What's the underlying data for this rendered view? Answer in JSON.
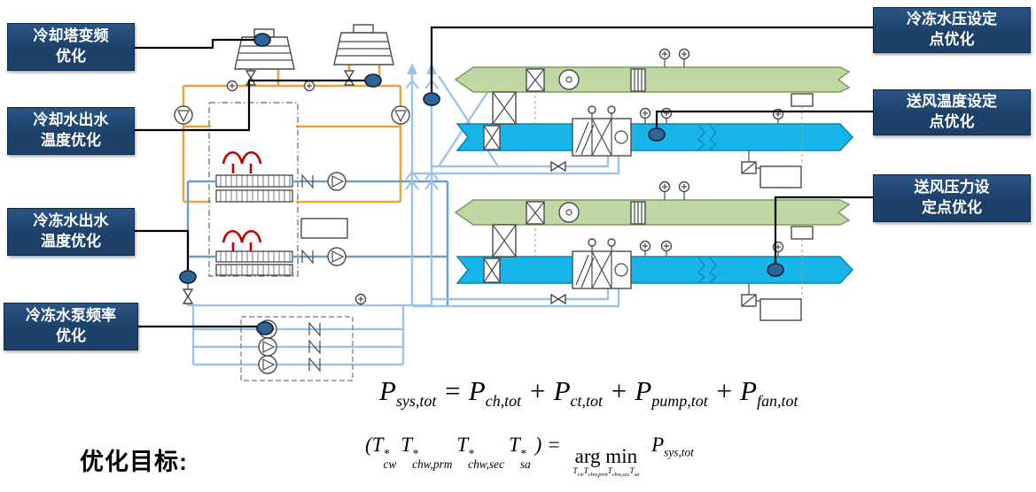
{
  "callouts": {
    "left": [
      {
        "text": "冷却塔变频\n优化"
      },
      {
        "text": "冷却水出水\n温度优化"
      },
      {
        "text": "冷冻水出水\n温度优化"
      },
      {
        "text": "冷冻水泵频率\n优化"
      }
    ],
    "right": [
      {
        "text": "冷冻水压设定\n点优化"
      },
      {
        "text": "送风温度设定\n点优化"
      },
      {
        "text": "送风压力设\n定点优化"
      }
    ]
  },
  "objective": {
    "label": "优化目标:"
  },
  "equations": {
    "power_balance": [
      {
        "text": "P",
        "sub": "sys,tot"
      },
      {
        "text": " = "
      },
      {
        "text": "P",
        "sub": "ch,tot"
      },
      {
        "text": " + "
      },
      {
        "text": "P",
        "sub": "ct,tot"
      },
      {
        "text": " + "
      },
      {
        "text": "P",
        "sub": "pump,tot"
      },
      {
        "text": " + "
      },
      {
        "text": "P",
        "sub": "fan,tot"
      }
    ],
    "argmin": [
      {
        "text": "("
      },
      {
        "text": "T",
        "sup": "*",
        "sub": "cw"
      },
      {
        "text": "T",
        "sup": "*",
        "sub": "chw,prm"
      },
      {
        "text": "T",
        "sup": "*",
        "sub": "chw,sec"
      },
      {
        "text": "T",
        "sup": "*",
        "sub": "sa"
      },
      {
        "text": ") = "
      },
      {
        "text": "arg min",
        "under": [
          {
            "text": "T",
            "sub": "cw"
          },
          {
            "text": "T",
            "sub": "chw,prm"
          },
          {
            "text": "T",
            "sub": "chw,sec"
          },
          {
            "text": "T",
            "sub": "sa"
          }
        ]
      },
      {
        "text": " "
      },
      {
        "text": "P",
        "sub": "sys,tot"
      }
    ]
  },
  "colors": {
    "label_bg": "#1D4068",
    "label_text": "#FFFFFF",
    "marker_fill": "#2F6496",
    "connector": "#000000",
    "pipe_orange": "#E8A33D",
    "pipe_blue": "#6E9CC9",
    "pipe_light_blue": "#9DC3E6",
    "chiller_red": "#C00000",
    "duct_green": "#BFD8A4",
    "duct_green_stroke": "#7C9B62",
    "duct_cyan": "#18B5EA",
    "duct_cyan_stroke": "#0D83AC"
  }
}
